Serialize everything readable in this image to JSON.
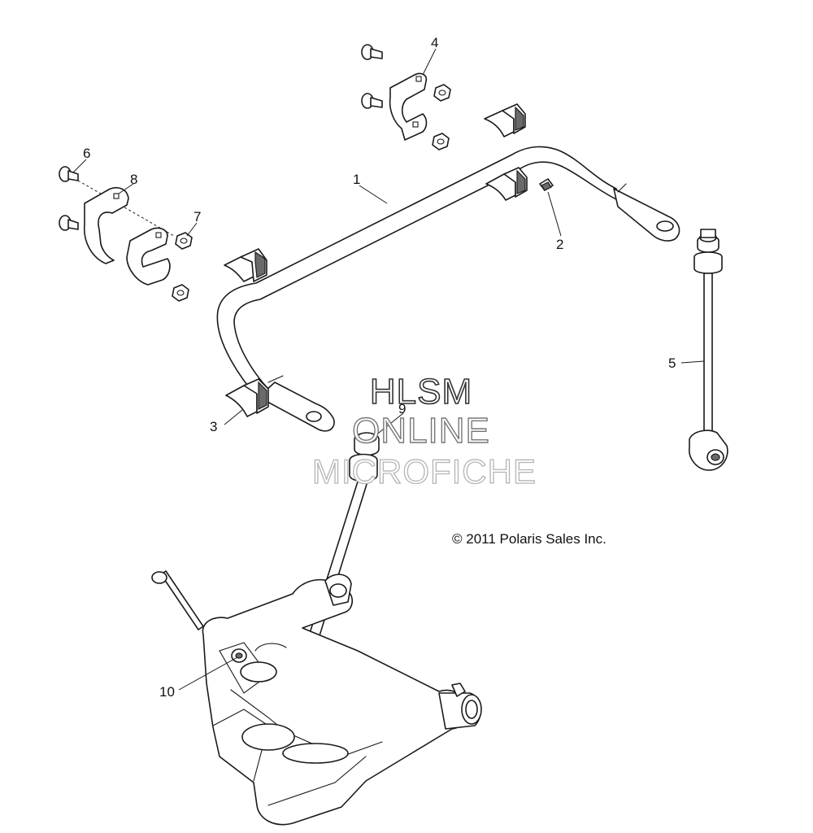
{
  "callouts": [
    {
      "id": "1",
      "label": "1"
    },
    {
      "id": "2",
      "label": "2"
    },
    {
      "id": "3",
      "label": "3"
    },
    {
      "id": "4",
      "label": "4"
    },
    {
      "id": "5",
      "label": "5"
    },
    {
      "id": "6",
      "label": "6"
    },
    {
      "id": "7",
      "label": "7"
    },
    {
      "id": "8",
      "label": "8"
    },
    {
      "id": "9",
      "label": "9"
    },
    {
      "id": "10",
      "label": "10"
    }
  ],
  "copyright": "© 2011 Polaris Sales Inc.",
  "watermark": {
    "line1": "HLSM",
    "line2": "ONLINE",
    "line3": "MICROFICHE"
  },
  "colors": {
    "ink": "#1a1a1a",
    "background": "#ffffff",
    "watermark_gray": "#b5b5b5"
  }
}
